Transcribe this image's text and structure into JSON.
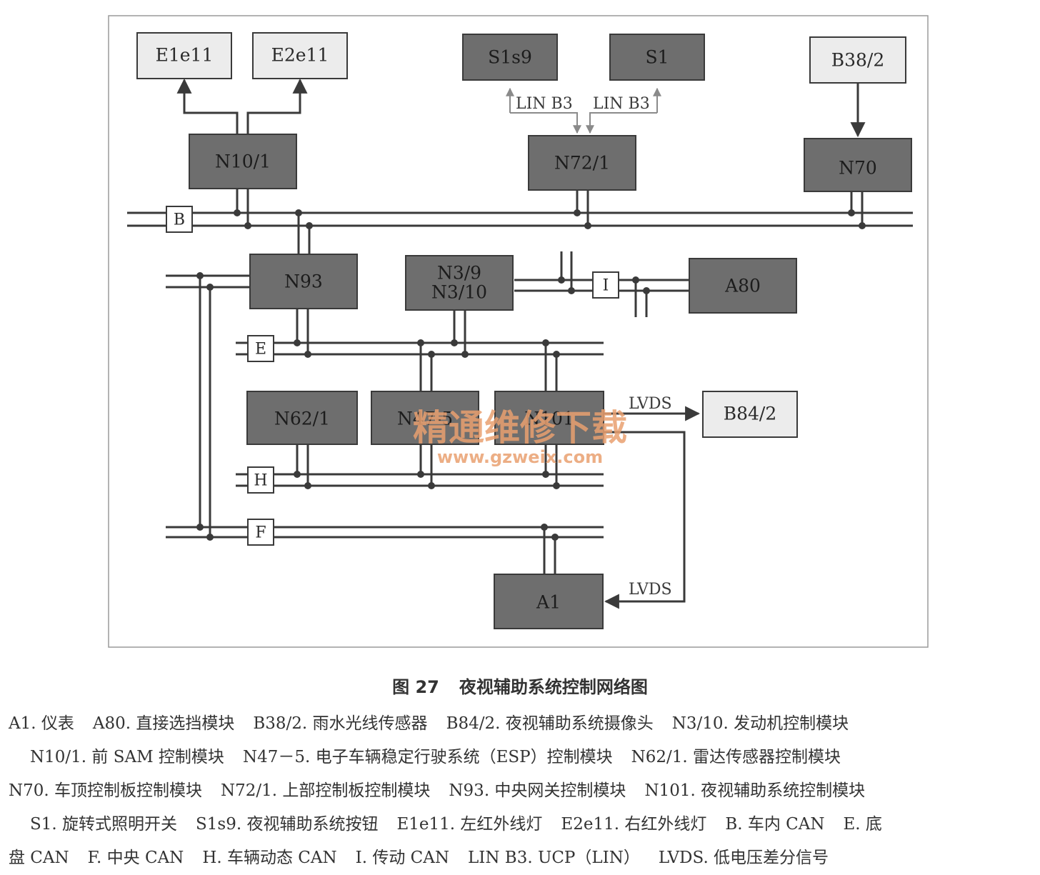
{
  "modules": {
    "E1e11": "E1e11",
    "E2e11": "E2e11",
    "S1s9": "S1s9",
    "S1": "S1",
    "B38_2": "B38/2",
    "N10_1": "N10/1",
    "N72_1": "N72/1",
    "N70": "N70",
    "N93": "N93",
    "N3_9": "N3/9",
    "N3_10": "N3/10",
    "A80": "A80",
    "N62_1": "N62/1",
    "N47_5": "N47-5",
    "N101": "N101",
    "B84_2": "B84/2",
    "A1": "A1"
  },
  "buses": {
    "B": "B",
    "I": "I",
    "E": "E",
    "H": "H",
    "F": "F"
  },
  "links": {
    "lin_b3": "LIN B3",
    "lvds": "LVDS"
  },
  "watermark": {
    "text": "精通维修下载",
    "url": "www.gzweix.com"
  },
  "caption": {
    "number": "图 27",
    "title": "夜视辅助系统控制网络图"
  },
  "legend_lines": [
    [
      "A1. 仪表",
      "A80. 直接选挡模块",
      "B38/2. 雨水光线传感器",
      "B84/2. 夜视辅助系统摄像头",
      "N3/10. 发动机控制模块"
    ],
    [
      "N10/1. 前 SAM 控制模块",
      "N47－5. 电子车辆稳定行驶系统（ESP）控制模块",
      "N62/1. 雷达传感器控制模块"
    ],
    [
      "N70. 车顶控制板控制模块",
      "N72/1. 上部控制板控制模块",
      "N93. 中央网关控制模块",
      "N101. 夜视辅助系统控制模块"
    ],
    [
      "S1. 旋转式照明开关",
      "S1s9. 夜视辅助系统按钮",
      "E1e11. 左红外线灯",
      "E2e11. 右红外线灯",
      "B. 车内 CAN",
      "E. 底"
    ],
    [
      "盘 CAN",
      "F. 中央 CAN",
      "H. 车辆动态 CAN",
      "I. 传动 CAN",
      "LIN B3. UCP（LIN）",
      "LVDS. 低电压差分信号"
    ]
  ],
  "colors": {
    "dark_box": "#6e6e6e",
    "light_box": "#ececec",
    "line": "#3a3a3a",
    "watermark": "#e9a070"
  }
}
